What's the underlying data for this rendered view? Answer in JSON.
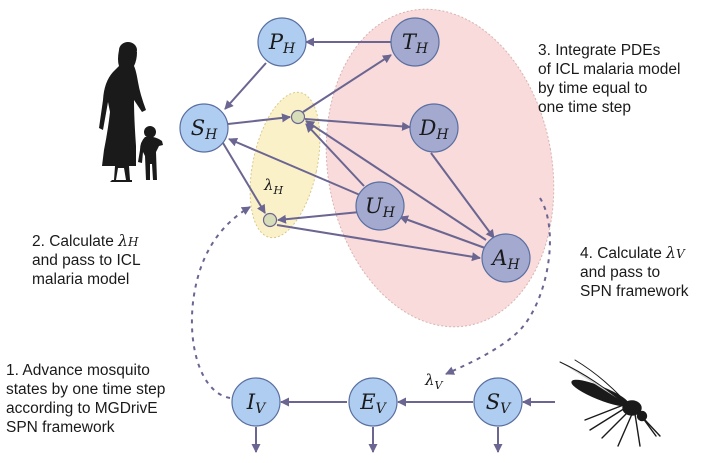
{
  "nodes": {
    "PH": {
      "main": "P",
      "sub": "H"
    },
    "TH": {
      "main": "T",
      "sub": "H"
    },
    "SH": {
      "main": "S",
      "sub": "H"
    },
    "DH": {
      "main": "D",
      "sub": "H"
    },
    "UH": {
      "main": "U",
      "sub": "H"
    },
    "AH": {
      "main": "A",
      "sub": "H"
    },
    "IV": {
      "main": "I",
      "sub": "V"
    },
    "EV": {
      "main": "E",
      "sub": "V"
    },
    "SV": {
      "main": "S",
      "sub": "V"
    }
  },
  "lambda_h": {
    "main": "λ",
    "sub": "H"
  },
  "lambda_v": {
    "main": "λ",
    "sub": "V"
  },
  "steps": {
    "step1": [
      "1. Advance mosquito",
      "states by one time step",
      "according to MGDrivE",
      "SPN framework"
    ],
    "step2": {
      "line1_prefix": "2. Calculate ",
      "line1_symbol": "λ",
      "line1_sub": "H",
      "line2": "and pass to ICL",
      "line3": "malaria model"
    },
    "step3": [
      "3. Integrate PDEs",
      "of ICL malaria model",
      "by time equal to",
      "one time step"
    ],
    "step4": {
      "line1_prefix": "4. Calculate ",
      "line1_symbol": "λ",
      "line1_sub": "V",
      "line2": "and pass to",
      "line3": "SPN framework"
    }
  },
  "colors": {
    "node_blue": "#aecdf0",
    "node_grey": "#a4a9cf",
    "arrow": "#6b6592",
    "pink_region": "#f7d5d3",
    "yellow_region": "#fbefc3"
  }
}
